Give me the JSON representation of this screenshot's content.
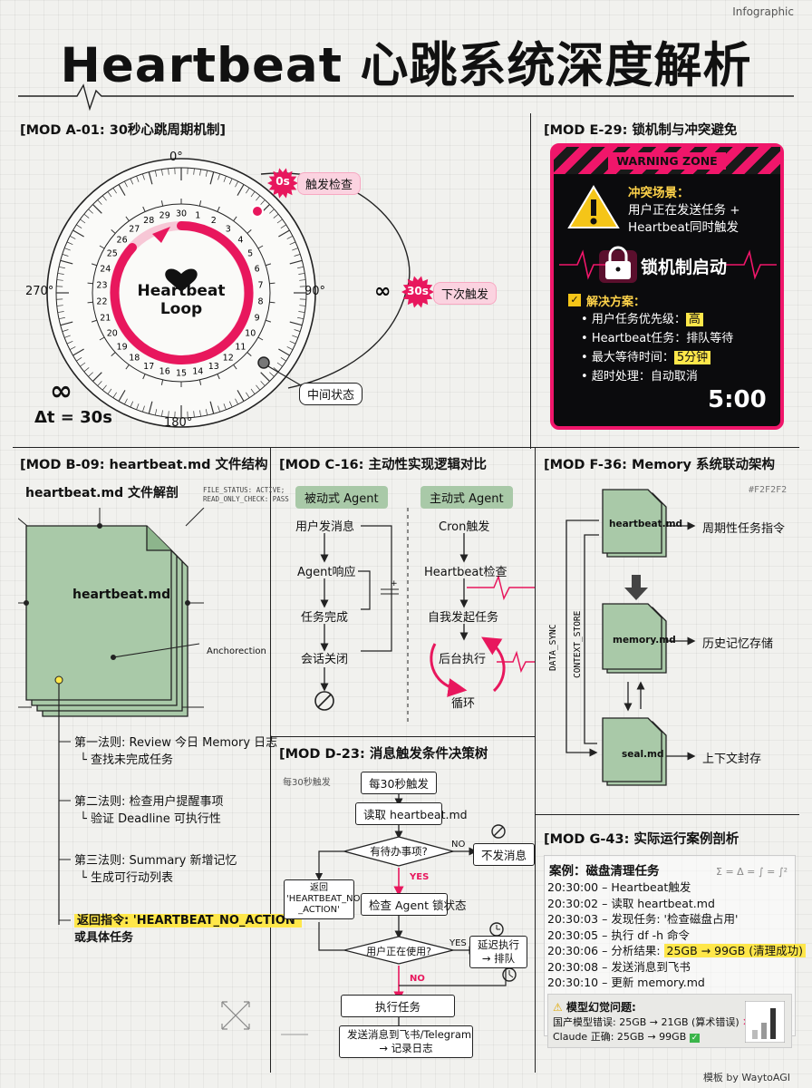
{
  "tag": "Infographic",
  "title": "Heartbeat 心跳系统深度解析",
  "mods": {
    "a": "[MOD A-01: 30秒心跳周期机制]",
    "e": "[MOD E-29: 锁机制与冲突避免",
    "b": "[MOD B-09: heartbeat.md 文件结构",
    "c": "[MOD C-16: 主动性实现逻辑对比",
    "f": "[MOD F-36: Memory 系统联动架构",
    "d": "[MOD D-23: 消息触发条件决策树",
    "g": "[MOD G-43: 实际运行案例剖析"
  },
  "dial": {
    "deg0": "0°",
    "deg90": "90°",
    "deg180": "180°",
    "deg270": "270°",
    "center1": "Heartbeat",
    "center2": "Loop",
    "label_0s": "0s",
    "trigger": "触发检查",
    "label_30s": "30s",
    "next": "下次触发",
    "middle": "中间状态",
    "infinity": "∞",
    "delta": "Δt = 30s",
    "ticks": [
      "1",
      "2",
      "3",
      "4",
      "5",
      "6",
      "7",
      "8",
      "9",
      "10",
      "11",
      "12",
      "13",
      "14",
      "15",
      "16",
      "17",
      "18",
      "19",
      "20",
      "21",
      "22",
      "23",
      "24",
      "25",
      "26",
      "27",
      "28",
      "29",
      "30"
    ]
  },
  "warning": {
    "zone": "WARNING ZONE",
    "scene_title": "冲突场景：",
    "scene_line1": "用户正在发送任务 +",
    "scene_line2": "Heartbeat同时触发",
    "lock": "锁机制启动",
    "solution": "解决方案：",
    "s1_pre": "用户任务优先级：",
    "s1_hl": "高",
    "s2": "Heartbeat任务：排队等待",
    "s3_pre": "最大等待时间：",
    "s3_hl": "5分钟",
    "s4": "超时处理：自动取消",
    "timer": "5:00"
  },
  "file_struct": {
    "subtitle": "heartbeat.md 文件解剖",
    "status1": "FILE_STATUS: ACTIVE;",
    "status2": "READ_ONLY_CHECK: PASS",
    "file_label": "heartbeat.md",
    "anchor": "Anchorection",
    "rules": [
      {
        "main": "第一法则: Review 今日 Memory 日志",
        "sub": "└ 查找未完成任务"
      },
      {
        "main": "第二法则: 检查用户提醒事项",
        "sub": "└ 验证 Deadline 可执行性"
      },
      {
        "main": "第三法则: Summary 新增记忆",
        "sub": "└ 生成可行动列表"
      }
    ],
    "return_line1": "返回指令: 'HEARTBEAT_NO_ACTION'",
    "return_line2": "或具体任务"
  },
  "compare": {
    "passive": "被动式 Agent",
    "active": "主动式 Agent",
    "passive_steps": [
      "用户发消息",
      "Agent响应",
      "任务完成",
      "会话关闭"
    ],
    "active_steps": [
      "Cron触发",
      "Heartbeat检查",
      "自我发起任务",
      "后台执行",
      "循环"
    ]
  },
  "memory": {
    "hex": "#F2F2F2",
    "files": [
      "heartbeat.md",
      "memory.md",
      "seal.md"
    ],
    "descs": [
      "周期性任务指令",
      "历史记忆存储",
      "上下文封存"
    ],
    "sync": "DATA_SYNC",
    "store": "CONTEXT_STORE"
  },
  "tree": {
    "note": "每30秒触发",
    "start": "每30秒触发",
    "read": "读取 heartbeat.md",
    "q1": "有待办事项?",
    "no": "NO",
    "no_msg": "不发消息",
    "yes": "YES",
    "ret1": "返回",
    "ret2": "'HEARTBEAT_NO",
    "ret3": "_ACTION'",
    "lock": "检查 Agent 锁状态",
    "q2": "用户正在使用?",
    "yes2": "YES",
    "delay1": "延迟执行",
    "delay2": "→ 排队",
    "no2": "NO",
    "exec": "执行任务",
    "send1": "发送消息到飞书/Telegram",
    "send2": "→ 记录日志"
  },
  "case": {
    "title": "案例：磁盘清理任务",
    "formula": "Σ = Δ = ∫ = ∫²",
    "lines": [
      "20:30:00 – Heartbeat触发",
      "20:30:02 – 读取 heartbeat.md",
      "20:30:03 – 发现任务: '检查磁盘占用'",
      "20:30:05 – 执行 df -h 命令"
    ],
    "line5_pre": "20:30:06 – 分析结果: ",
    "line5_hl": "25GB → 99GB (清理成功)",
    "lines2": [
      "20:30:08 – 发送消息到飞书",
      "20:30:10 – 更新 memory.md"
    ],
    "warn_title": "模型幻觉问题:",
    "warn1": "国产模型错误: 25GB → 21GB (算术错误)",
    "warn2": "Claude 正确: 25GB → 99GB"
  },
  "footer": "模板 by WaytoAGI",
  "colors": {
    "accent": "#e8175d",
    "green": "#a9c9a8",
    "highlight": "#ffe74a"
  }
}
